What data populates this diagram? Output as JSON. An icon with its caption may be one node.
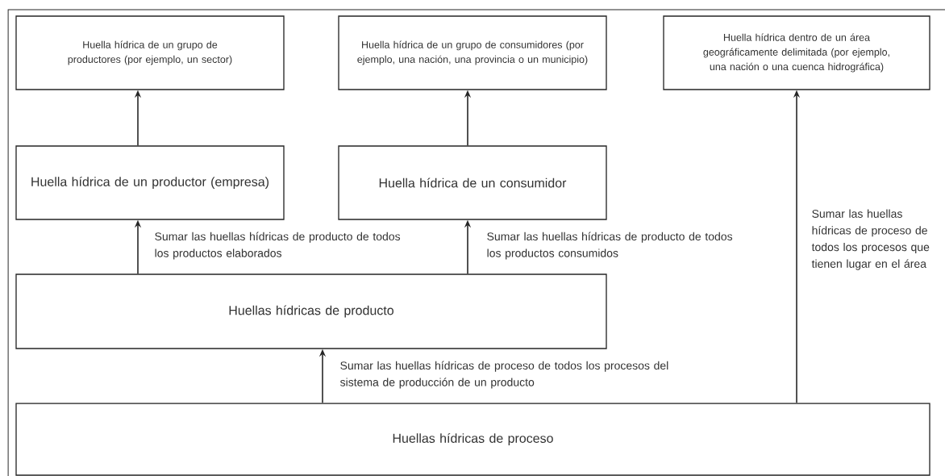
{
  "diagram": {
    "nodes": [
      {
        "text": [
          "Huella hídrica de un grupo de productores (por ejemplo, un sector)"
        ]
      },
      {
        "text": [
          "Huella hídrica de un grupo de consumidores (por ejemplo, una nación, una provincia o un municipio)"
        ]
      },
      {
        "text": [
          "Huella hídrica dentro de un área geográficamente delimitada (por ejemplo, una nación o una cuenca hidrográfica)"
        ]
      },
      {
        "text": [
          "Huella hídrica de un productor (empresa)"
        ]
      },
      {
        "text": [
          "Huella hídrica de un consumidor"
        ]
      },
      {
        "text": [
          "Huellas hídricas de producto"
        ]
      },
      {
        "text": [
          "Huellas hídricas de proceso"
        ]
      }
    ],
    "edges": [
      {
        "from": 3,
        "to": 0,
        "arrow": "to"
      },
      {
        "from": 4,
        "to": 1,
        "arrow": "to"
      },
      {
        "from": 5,
        "to": 3,
        "arrow": "to",
        "label": "Sumar las huellas hídricas de producto de todos los productos elaborados"
      },
      {
        "from": 5,
        "to": 4,
        "arrow": "to",
        "label": "Sumar las huellas hídricas de producto de todos los productos consumidos"
      },
      {
        "from": 6,
        "to": 5,
        "arrow": "to",
        "label": "Sumar las huellas hídricas de proceso de todos los procesos del sistema de producción de un producto"
      },
      {
        "from": 6,
        "to": 2,
        "arrow": "to",
        "label": "Sumar las huellas hídricas de proceso de todos los procesos que tienen lugar en el área"
      }
    ]
  }
}
